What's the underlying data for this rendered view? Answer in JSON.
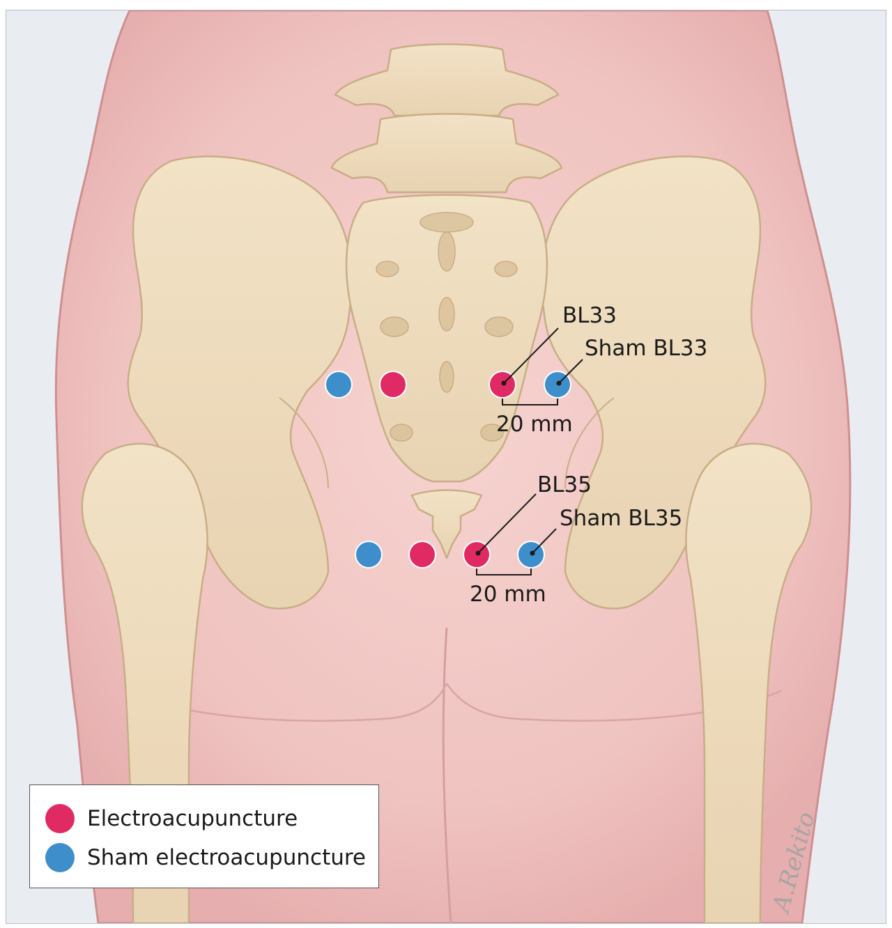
{
  "colors": {
    "electroacupuncture": "#e02a63",
    "sham_electroacupuncture": "#3d8ecb",
    "skin": "#f1c9c6",
    "bone": "#eedcbd",
    "background": "#e9edf2"
  },
  "labels": {
    "bl33": "BL33",
    "sham_bl33": "Sham BL33",
    "bl35": "BL35",
    "sham_bl35": "Sham BL35",
    "distance_upper": "20 mm",
    "distance_lower": "20 mm"
  },
  "legend": {
    "items": [
      {
        "label": "Electroacupuncture",
        "color": "#e02a63"
      },
      {
        "label": "Sham electroacupuncture",
        "color": "#3d8ecb"
      }
    ]
  },
  "signature": "A.Rekito"
}
